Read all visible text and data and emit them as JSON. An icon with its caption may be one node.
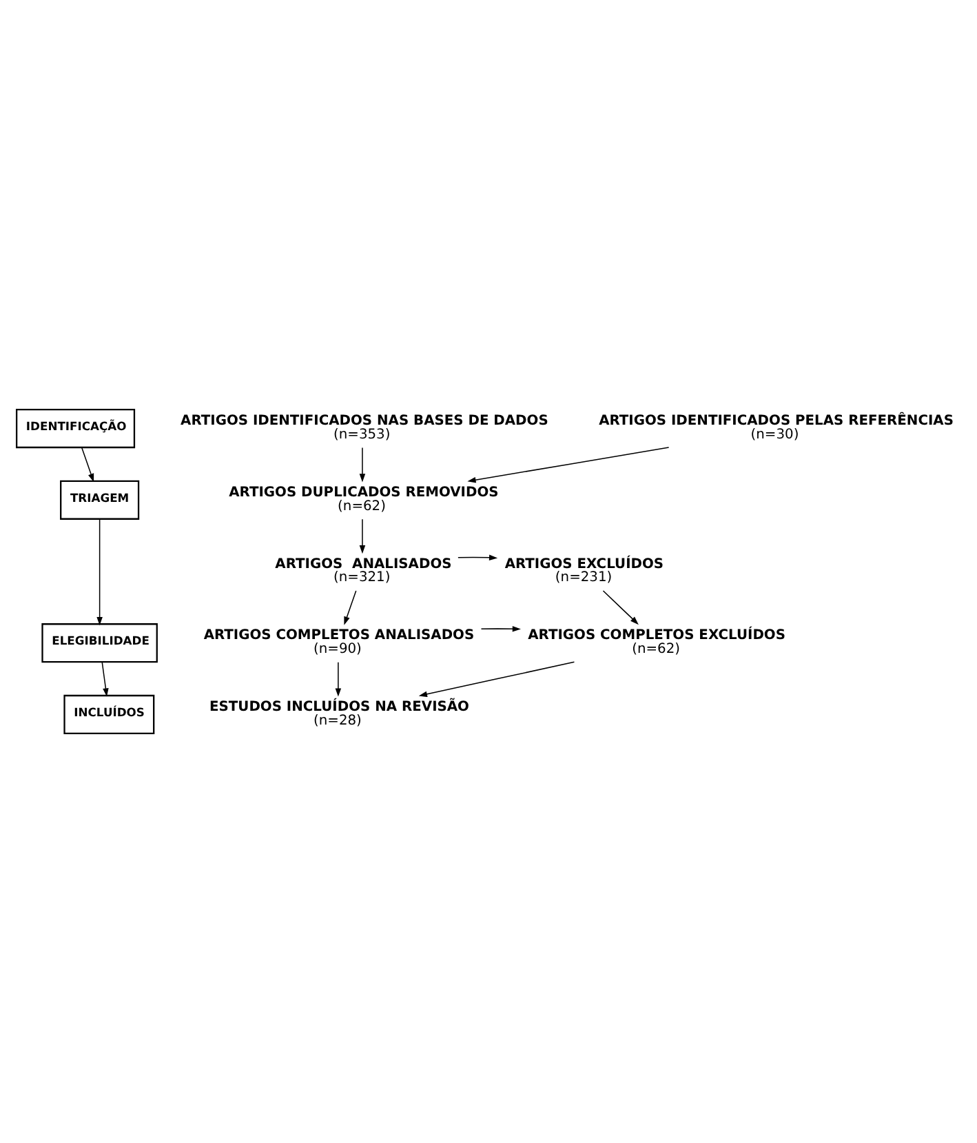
{
  "diagram": {
    "nodes": [
      {
        "text": [
          "IDENTIFICAÇÃO"
        ]
      },
      {
        "text": [
          "TRIAGEM"
        ]
      },
      {
        "text": [
          "ELEGIBILIDADE"
        ]
      },
      {
        "text": [
          "INCLUÍDOS"
        ]
      },
      {
        "text": [
          "ARTIGOS IDENTIFICADOS NAS BASES DE DADOS",
          "(n=353)"
        ]
      },
      {
        "text": [
          "ARTIGOS IDENTIFICADOS PELAS REFERÊNCIAS",
          "(n=30)"
        ]
      },
      {
        "text": [
          "ARTIGOS DUPLICADOS REMOVIDOS",
          "(n=62)"
        ]
      },
      {
        "text": [
          "ARTIGOS  ANALISADOS",
          "(n=321)"
        ]
      },
      {
        "text": [
          "ARTIGOS EXCLUÍDOS",
          "(n=231)"
        ]
      },
      {
        "text": [
          "ARTIGOS COMPLETOS ANALISADOS",
          "(n=90)"
        ]
      },
      {
        "text": [
          "ARTIGOS COMPLETOS EXCLUÍDOS",
          "(n=62)"
        ]
      },
      {
        "text": [
          "ESTUDOS INCLUÍDOS NA REVISÃO",
          "(n=28)"
        ]
      }
    ],
    "edges": [
      {
        "from": 0,
        "to": 1,
        "arrow": "to"
      },
      {
        "from": 1,
        "to": 2,
        "arrow": "to"
      },
      {
        "from": 2,
        "to": 3,
        "arrow": "to"
      },
      {
        "from": 4,
        "to": 6,
        "arrow": "to"
      },
      {
        "from": 5,
        "to": 6,
        "arrow": "to"
      },
      {
        "from": 6,
        "to": 7,
        "arrow": "to"
      },
      {
        "from": 7,
        "to": 8,
        "arrow": "to"
      },
      {
        "from": 7,
        "to": 9,
        "arrow": "to"
      },
      {
        "from": 8,
        "to": 10,
        "arrow": "to"
      },
      {
        "from": 9,
        "to": 10,
        "arrow": "to"
      },
      {
        "from": 9,
        "to": 11,
        "arrow": "to"
      },
      {
        "from": 10,
        "to": 11,
        "arrow": "to"
      }
    ]
  }
}
